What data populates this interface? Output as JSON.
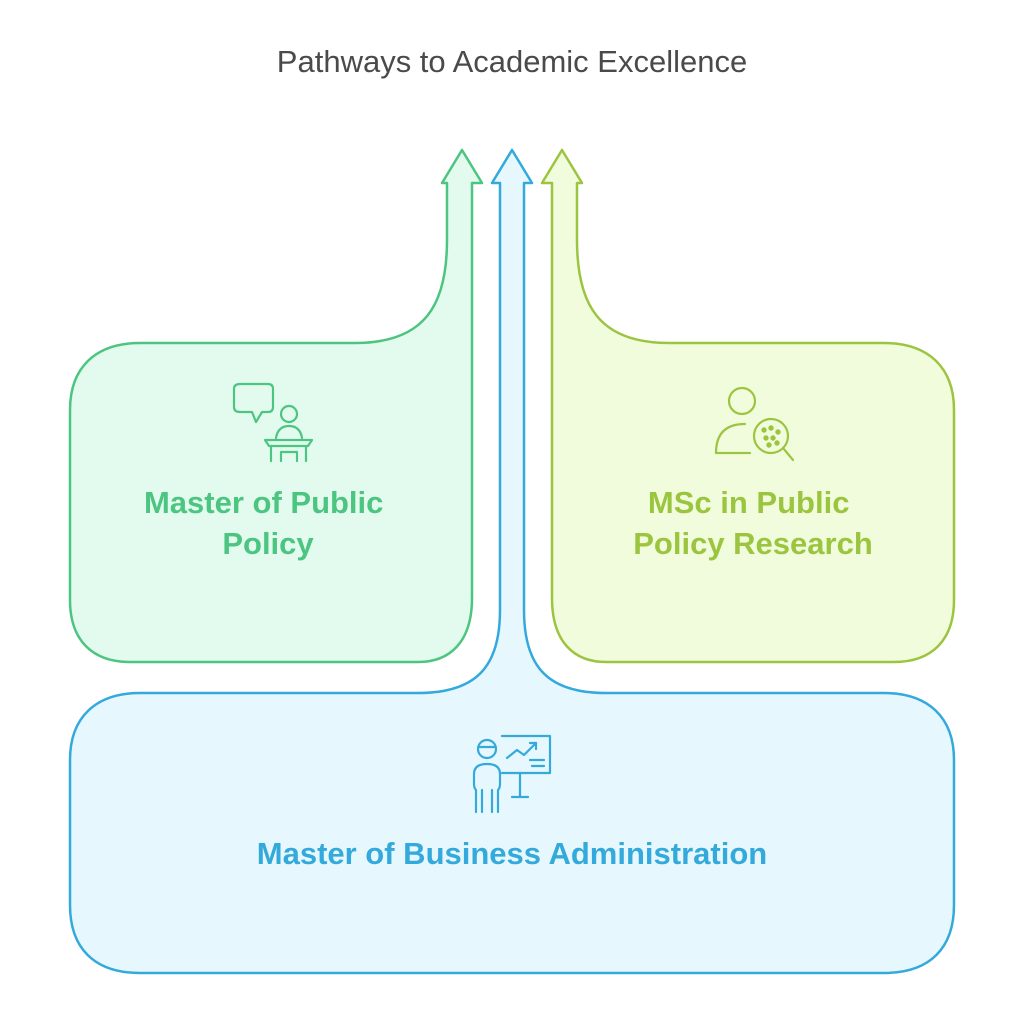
{
  "title": "Pathways to Academic Excellence",
  "colors": {
    "green_stroke": "#4cc581",
    "green_fill": "#e3fbef",
    "lime_stroke": "#9cc53f",
    "lime_fill": "#f1fcdd",
    "blue_stroke": "#34a9dc",
    "blue_fill": "#e6f8fd"
  },
  "boxes": {
    "public_policy": {
      "line1": "Master of Public",
      "line2": "Policy",
      "icon": "speaker-at-podium-icon"
    },
    "policy_research": {
      "line1": "MSc in Public",
      "line2": "Policy Research",
      "icon": "person-magnifier-icon"
    },
    "business_admin": {
      "label": "Master of Business Administration",
      "icon": "presenter-chart-icon"
    }
  }
}
